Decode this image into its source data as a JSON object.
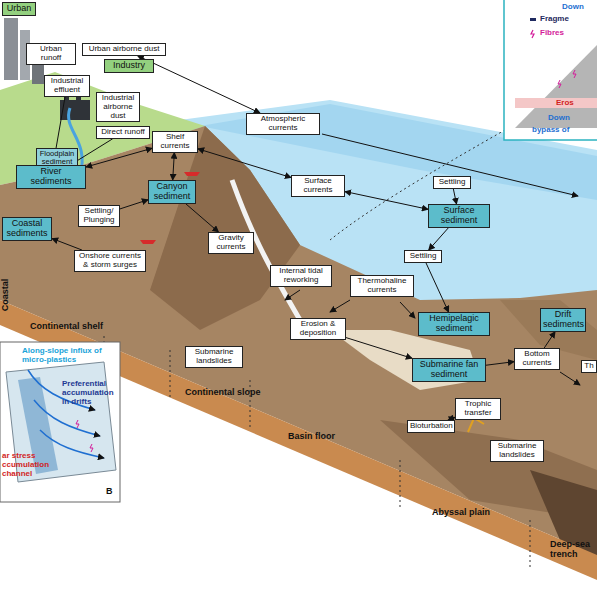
{
  "diagram": {
    "nodes": [
      {
        "text": [
          "Urban"
        ]
      },
      {
        "text": [
          "Urban runoff"
        ]
      },
      {
        "text": [
          "Urban airborne dust"
        ]
      },
      {
        "text": [
          "Industry"
        ]
      },
      {
        "text": [
          "Industrial effluent"
        ]
      },
      {
        "text": [
          "Industrial airborne dust"
        ]
      },
      {
        "text": [
          "Direct runoff"
        ]
      },
      {
        "text": [
          "Atmospheric currents"
        ]
      },
      {
        "text": [
          "Floodplain sediment"
        ]
      },
      {
        "text": [
          "Shelf currents"
        ]
      },
      {
        "text": [
          "River sediments"
        ]
      },
      {
        "text": [
          "Canyon sediment"
        ]
      },
      {
        "text": [
          "Surface currents"
        ]
      },
      {
        "text": [
          "Settling"
        ]
      },
      {
        "text": [
          "Surface sediment"
        ]
      },
      {
        "text": [
          "Coastal sediments"
        ]
      },
      {
        "text": [
          "Settling/ Plunging"
        ]
      },
      {
        "text": [
          "Onshore currents & storm surges"
        ]
      },
      {
        "text": [
          "Gravity currents"
        ]
      },
      {
        "text": [
          "Internal tidal reworking"
        ]
      },
      {
        "text": [
          "Thermohaline currents"
        ]
      },
      {
        "text": [
          "Settling"
        ]
      },
      {
        "text": [
          "Hemipelagic sediment"
        ]
      },
      {
        "text": [
          "Drift sediments"
        ]
      },
      {
        "text": [
          "Erosion & deposition"
        ]
      },
      {
        "text": [
          "Submarine landslides"
        ]
      },
      {
        "text": [
          "Submarine fan sediment"
        ]
      },
      {
        "text": [
          "Bottom currents"
        ]
      },
      {
        "text": [
          "Th"
        ]
      },
      {
        "text": [
          "Trophic transfer"
        ]
      },
      {
        "text": [
          "Bioturbation"
        ]
      },
      {
        "text": [
          "Submarine landslides"
        ]
      }
    ],
    "edges": [
      {
        "from": 2,
        "to": 7,
        "arrow": "both"
      },
      {
        "from": 4,
        "to": 10,
        "arrow": "to"
      },
      {
        "from": 6,
        "to": 10,
        "arrow": "to"
      },
      {
        "from": 9,
        "to": 12,
        "arrow": "both"
      },
      {
        "from": 12,
        "to": 14,
        "arrow": "both"
      },
      {
        "from": 13,
        "to": 14,
        "arrow": "to"
      },
      {
        "from": 14,
        "to": 21,
        "arrow": "to"
      },
      {
        "from": 21,
        "to": 22,
        "arrow": "to"
      },
      {
        "from": 9,
        "to": 10,
        "arrow": "both"
      },
      {
        "from": 9,
        "to": 11,
        "arrow": "both"
      },
      {
        "from": 16,
        "to": 11,
        "arrow": "to"
      },
      {
        "from": 17,
        "to": 15,
        "arrow": "to"
      },
      {
        "from": 11,
        "to": 18,
        "arrow": "to"
      },
      {
        "from": 24,
        "to": 26,
        "arrow": "to"
      },
      {
        "from": 26,
        "to": 27,
        "arrow": "to"
      },
      {
        "from": 27,
        "to": 23,
        "arrow": "to"
      },
      {
        "from": 29,
        "to": 30,
        "arrow": "both"
      }
    ],
    "labels": [
      "Continental shelf",
      "Continental slope",
      "Basin floor",
      "Abyssal plain",
      "Deep-sea trench",
      "Coastal",
      "Along-slope influx of micro-plastics",
      "Preferential accumulation in drifts",
      "ar stress ccumulation channel",
      "B",
      "Down",
      "Fragme",
      "Fibres",
      "Eros",
      "Down",
      "bypass of"
    ]
  }
}
